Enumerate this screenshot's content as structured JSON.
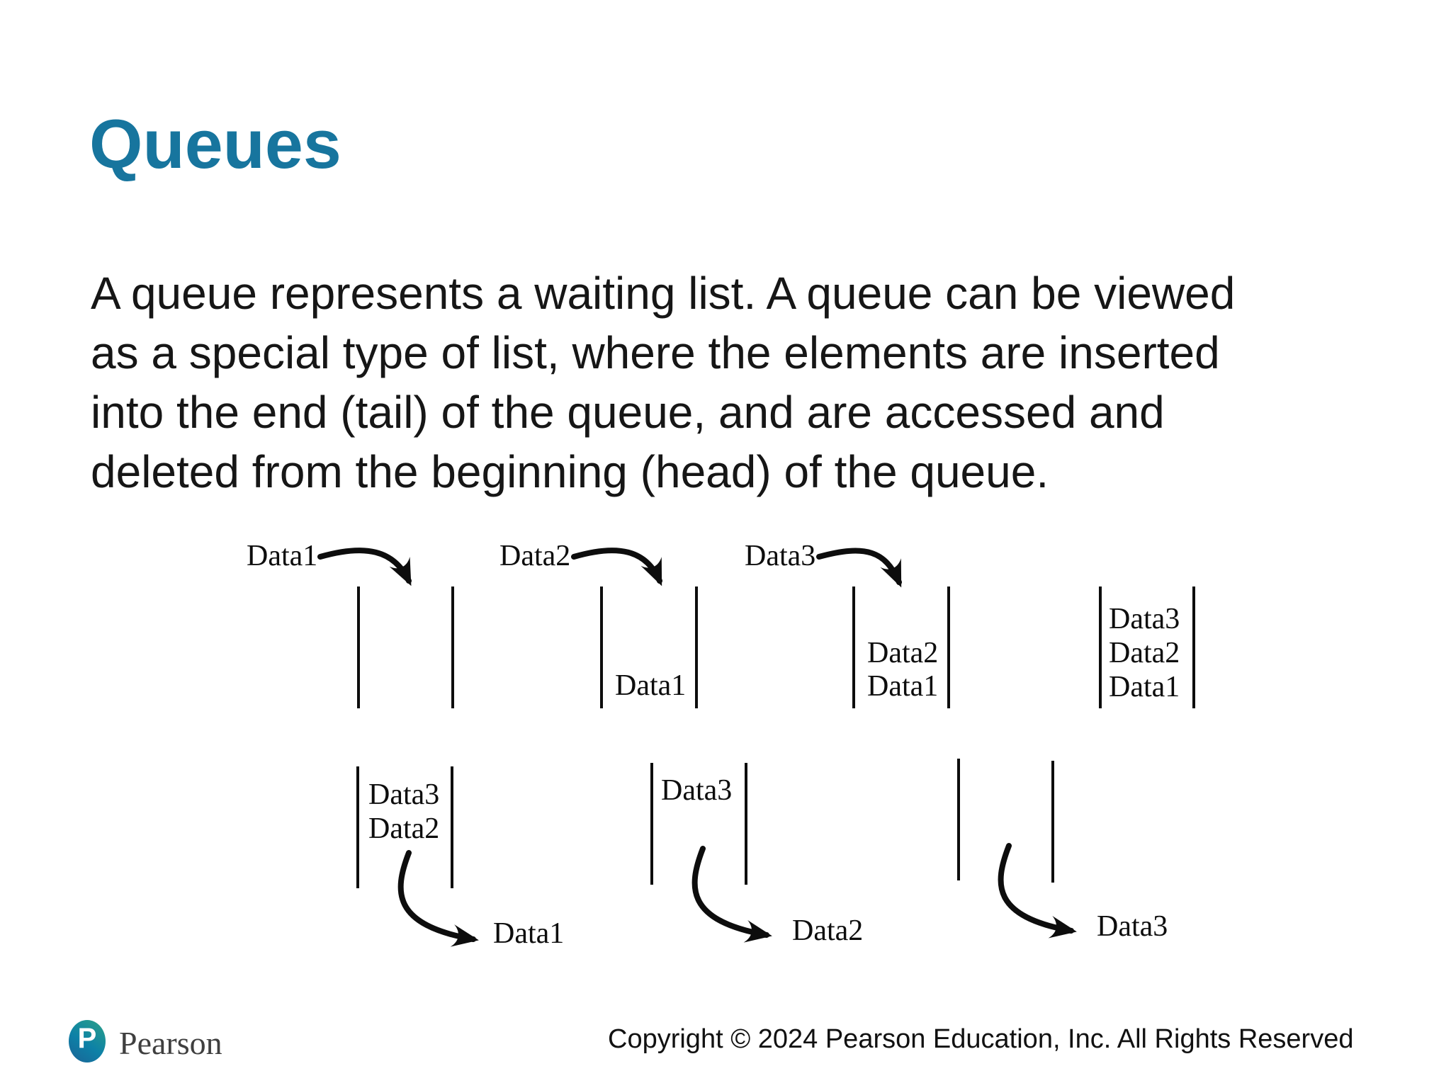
{
  "title": "Queues",
  "paragraph": {
    "lines": [
      "A queue represents a waiting list. A queue can be viewed",
      "as a special type of list, where the elements are inserted",
      "into the end (tail) of the queue, and are accessed and",
      "deleted from the beginning (head) of the queue."
    ]
  },
  "colors": {
    "title_accent": "#17759e",
    "diagram_ink": "#0d0d0d",
    "logo_teal": "#0d81a7",
    "logo_green": "#2ba187",
    "logo_blue": "#1b6396"
  },
  "diagram": {
    "enqueue_labels": [
      {
        "label": "Data1"
      },
      {
        "label": "Data2"
      },
      {
        "label": "Data3"
      }
    ],
    "queues": [
      {
        "items": []
      },
      {
        "items": [
          "Data1"
        ]
      },
      {
        "items": [
          "Data2",
          "Data1"
        ]
      },
      {
        "items": [
          "Data3",
          "Data2",
          "Data1"
        ]
      },
      {
        "items": [
          "Data3",
          "Data2"
        ]
      },
      {
        "items": [
          "Data3"
        ]
      },
      {
        "items": []
      }
    ],
    "dequeue_labels": [
      {
        "label": "Data1"
      },
      {
        "label": "Data2"
      },
      {
        "label": "Data3"
      }
    ]
  },
  "footer": {
    "logo_letter": "P",
    "logo_text": "Pearson",
    "copyright": "Copyright © 2024 Pearson Education, Inc. All Rights Reserved"
  }
}
